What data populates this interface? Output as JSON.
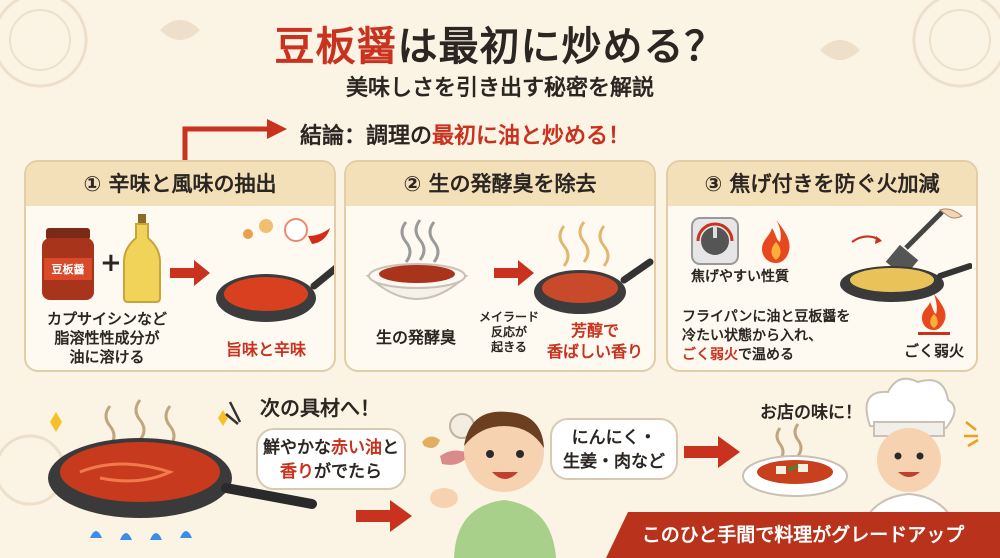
{
  "header": {
    "title_highlight": "豆板醤",
    "title_rest": "は最初に炒める？",
    "subtitle": "美味しさを引き出す秘密を解説"
  },
  "conclusion": {
    "prefix": "結論：調理の",
    "highlight": "最初に油と炒める！"
  },
  "cards": [
    {
      "title": "① 辛味と風味の抽出",
      "jar_label": "豆板醤",
      "plus": "+",
      "left_text": [
        "カプサイシンなど",
        "脂溶性性成分が",
        "油に溶ける"
      ],
      "result": "旨味と辛味"
    },
    {
      "title": "② 生の発酵臭を除去",
      "left_text": "生の発酵臭",
      "middle_text": [
        "メイラード",
        "反応が",
        "起きる"
      ],
      "result": [
        "芳醇で",
        "香ばしい香り"
      ]
    },
    {
      "title": "③ 焦げ付きを防ぐ火加減",
      "trait": "焦げやすい性質",
      "body": [
        "フライパンに油と豆板醤を",
        "冷たい状態から入れ、"
      ],
      "body_highlight": "ごく弱火",
      "body_end": "で温める",
      "flame_label": "ごく弱火"
    }
  ],
  "bottom": {
    "next_label": "次の具材へ！",
    "bubble_left_1": "鮮やかな",
    "bubble_left_red": "赤い油",
    "bubble_left_2": "と",
    "bubble_left_red2": "香り",
    "bubble_left_3": "がでたら",
    "bubble_right": [
      "にんにく・",
      "生姜・肉など"
    ],
    "chef_label": "お店の味に！",
    "banner": "このひと手間で料理がグレードアップ"
  },
  "colors": {
    "accent": "#c8321e",
    "background": "#fbf3e4",
    "card_header": "#f3dfb8",
    "banner": "#b8321c"
  }
}
